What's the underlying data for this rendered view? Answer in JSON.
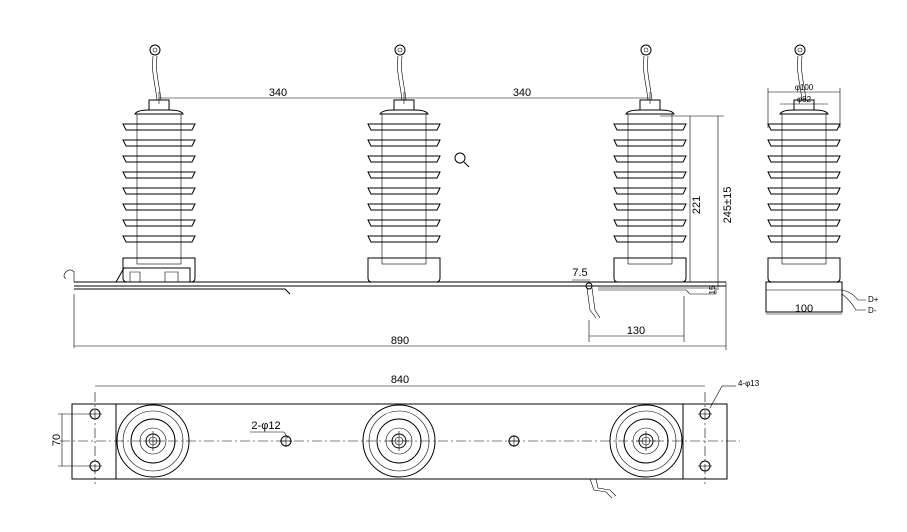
{
  "dimensions": {
    "spacing_left": "340",
    "spacing_right": "340",
    "height_221": "221",
    "height_245": "245±15",
    "base_length": "890",
    "offset_130": "130",
    "offset_7_5": "7.5",
    "side_top": "φ100",
    "side_mid": "φ82",
    "side_width": "100",
    "plan_length": "840",
    "plan_width": "70",
    "plan_holes": "4-φ13",
    "plan_slots": "2-φ12"
  },
  "terminals": {
    "plus": "D+",
    "minus": "D-"
  },
  "icons": {
    "zoom": "magnifier-icon"
  }
}
